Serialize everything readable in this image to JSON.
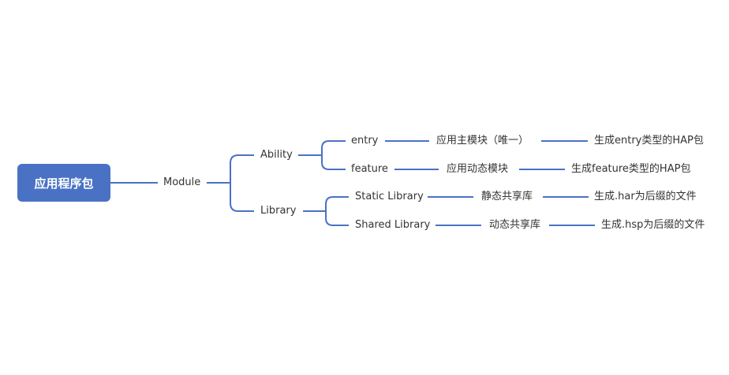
{
  "root": {
    "label": "应用程序包"
  },
  "module": {
    "label": "Module"
  },
  "ability": {
    "label": "Ability",
    "entry": {
      "label": "entry",
      "desc": "应用主模块（唯一）",
      "output": "生成entry类型的HAP包"
    },
    "feature": {
      "label": "feature",
      "desc": "应用动态模块",
      "output": "生成feature类型的HAP包"
    }
  },
  "library": {
    "label": "Library",
    "static": {
      "label": "Static Library",
      "desc": "静态共享库",
      "output": "生成.har为后缀的文件"
    },
    "shared": {
      "label": "Shared Library",
      "desc": "动态共享库",
      "output": "生成.hsp为后缀的文件"
    }
  },
  "colors": {
    "line": "#4a72c4",
    "root_fill": "#4a72c4",
    "root_text": "#ffffff",
    "text": "#333333"
  }
}
